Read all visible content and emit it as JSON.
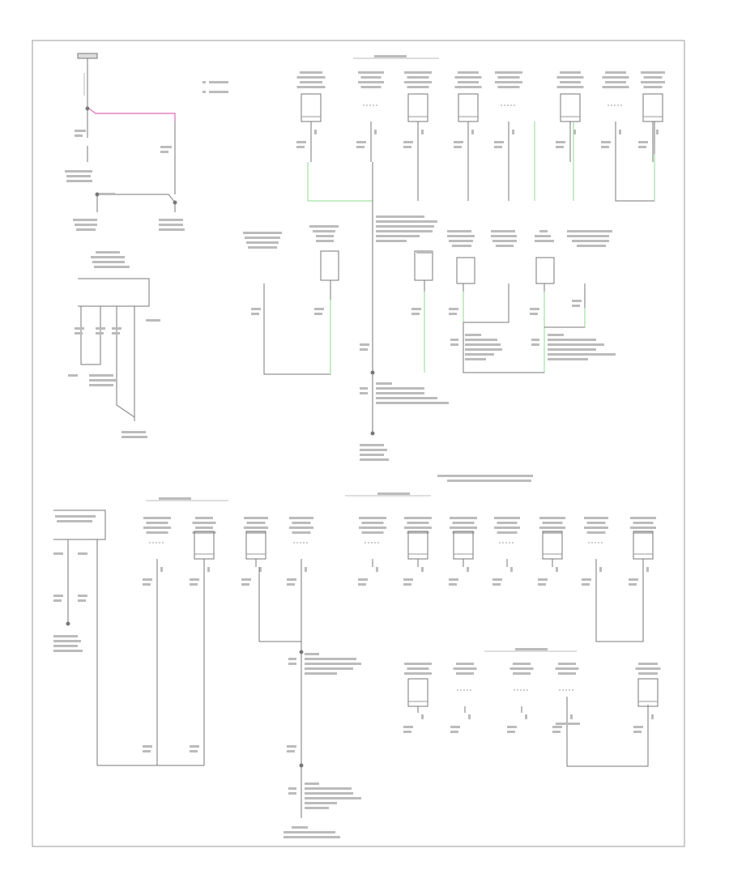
{
  "diagram": {
    "title": "",
    "footer_code": "",
    "colors": {
      "wire": "#9a9a9a",
      "wire_dark": "#555555",
      "ground_bus_green": "#8fd88f",
      "battery_pink": "#e080c0",
      "frame": "#9a9a9a",
      "component": "#8a8a8a"
    },
    "legend": [
      {
        "label": ""
      },
      {
        "label": ""
      }
    ],
    "section_labels": [
      {
        "id": "sec-1",
        "text": ""
      },
      {
        "id": "sec-2",
        "text": ""
      },
      {
        "id": "sec-3",
        "text": ""
      },
      {
        "id": "sec-4",
        "text": ""
      },
      {
        "id": "sec-5",
        "text": ""
      }
    ],
    "ground_points": [
      {
        "id": "g100",
        "text": ""
      },
      {
        "id": "g101",
        "text": ""
      },
      {
        "id": "g102",
        "text": ""
      },
      {
        "id": "g103",
        "text": ""
      },
      {
        "id": "g104",
        "text": ""
      },
      {
        "id": "g105",
        "text": ""
      },
      {
        "id": "g106",
        "text": ""
      },
      {
        "id": "g107",
        "text": ""
      },
      {
        "id": "g108",
        "text": ""
      },
      {
        "id": "g109",
        "text": ""
      },
      {
        "id": "g110",
        "text": ""
      },
      {
        "id": "g111",
        "text": ""
      },
      {
        "id": "g112",
        "text": ""
      }
    ]
  }
}
